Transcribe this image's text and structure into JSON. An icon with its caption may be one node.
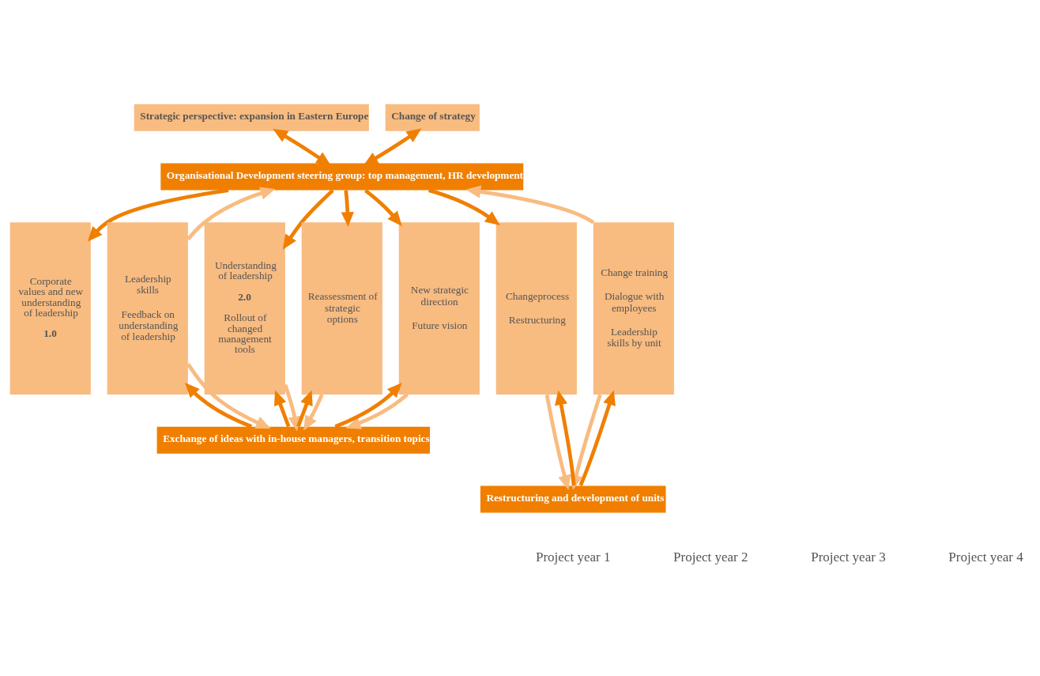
{
  "diagram": {
    "nodes": [
      {
        "text": [
          "Strategic perspective: expansion in Eastern Europe"
        ]
      },
      {
        "text": [
          "Change of strategy"
        ]
      },
      {
        "text": [
          "Organisational Development steering group: top management, HR development"
        ]
      },
      {
        "text": [
          "Corporate values and new understanding of leadership",
          "1.0"
        ]
      },
      {
        "text": [
          "Leadership skills",
          "Feedback on understanding of leadership"
        ]
      },
      {
        "text": [
          "Understanding of leadership",
          "2.0",
          "Rollout of changed management tools"
        ]
      },
      {
        "text": [
          "Reassessment of strategic options"
        ]
      },
      {
        "text": [
          "New strategic direction",
          "Future vision"
        ]
      },
      {
        "text": [
          "Changeprocess",
          "Restructuring"
        ]
      },
      {
        "text": [
          "Change training",
          "Dialogue with employees",
          "Leadership skills by unit"
        ]
      },
      {
        "text": [
          "Exchange of ideas with in-house managers, transition topics"
        ]
      },
      {
        "text": [
          "Restructuring and development of units"
        ]
      }
    ],
    "edges": [
      {
        "from": 0,
        "to": 2,
        "arrow": "both"
      },
      {
        "from": 1,
        "to": 2,
        "arrow": "both"
      },
      {
        "from": 2,
        "to": 3,
        "arrow": "to"
      },
      {
        "from": 4,
        "to": 2,
        "arrow": "to",
        "color": "#f8bb80"
      },
      {
        "from": 2,
        "to": 5,
        "arrow": "to"
      },
      {
        "from": 2,
        "to": 6,
        "arrow": "to"
      },
      {
        "from": 2,
        "to": 7,
        "arrow": "to"
      },
      {
        "from": 2,
        "to": 8,
        "arrow": "to"
      },
      {
        "from": 9,
        "to": 2,
        "arrow": "to",
        "color": "#f8bb80"
      },
      {
        "from": 10,
        "to": 4,
        "arrow": "to"
      },
      {
        "from": 4,
        "to": 10,
        "arrow": "to",
        "color": "#f8bb80"
      },
      {
        "from": 10,
        "to": 5,
        "arrow": "to"
      },
      {
        "from": 5,
        "to": 10,
        "arrow": "to",
        "color": "#f8bb80"
      },
      {
        "from": 10,
        "to": 6,
        "arrow": "to"
      },
      {
        "from": 6,
        "to": 10,
        "arrow": "to",
        "color": "#f8bb80"
      },
      {
        "from": 10,
        "to": 7,
        "arrow": "to"
      },
      {
        "from": 7,
        "to": 10,
        "arrow": "to",
        "color": "#f8bb80"
      },
      {
        "from": 11,
        "to": 8,
        "arrow": "to"
      },
      {
        "from": 8,
        "to": 11,
        "arrow": "to",
        "color": "#f8bb80"
      },
      {
        "from": 11,
        "to": 9,
        "arrow": "to"
      },
      {
        "from": 9,
        "to": 11,
        "arrow": "to",
        "color": "#f8bb80"
      }
    ],
    "labels": [
      "Project year 1",
      "Project year 2",
      "Project year 3",
      "Project year 4"
    ]
  }
}
